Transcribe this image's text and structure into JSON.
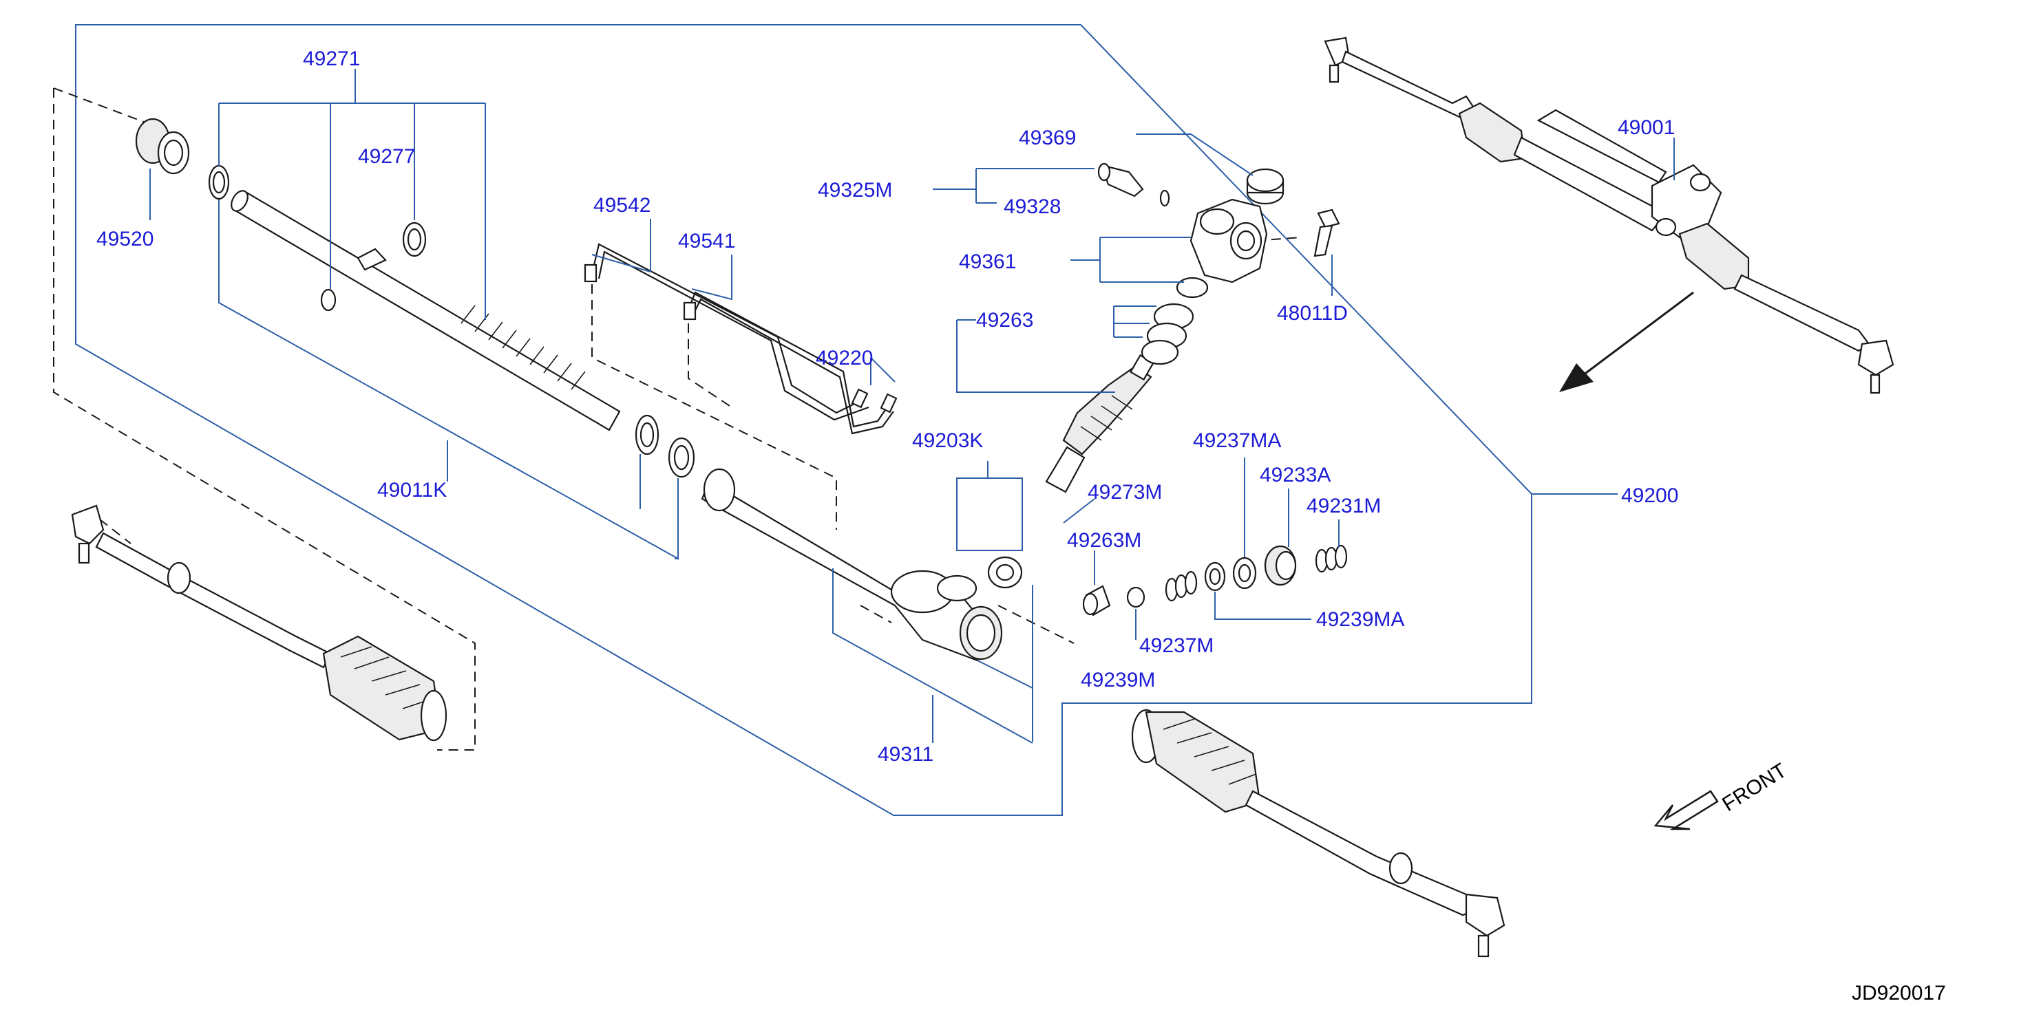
{
  "labels": {
    "p49271": "49271",
    "p49277": "49277",
    "p49520": "49520",
    "p49542": "49542",
    "p49541": "49541",
    "p49220": "49220",
    "p49011K": "49011K",
    "p49369": "49369",
    "p49325M": "49325M",
    "p49328": "49328",
    "p49361": "49361",
    "p48011D": "48011D",
    "p49263": "49263",
    "p49203K": "49203K",
    "p49273M": "49273M",
    "p49237MA": "49237MA",
    "p49233A": "49233A",
    "p49231M": "49231M",
    "p49263M": "49263M",
    "p49239MA": "49239MA",
    "p49237M": "49237M",
    "p49239M": "49239M",
    "p49311": "49311",
    "p49200": "49200",
    "p49001": "49001"
  },
  "front_label": "FRONT",
  "diagram_code": "JD920017",
  "colors": {
    "callout_text": "#1c1cd6",
    "leader_frame": "#2d5fa8",
    "part_outline": "#1a1a1a"
  }
}
